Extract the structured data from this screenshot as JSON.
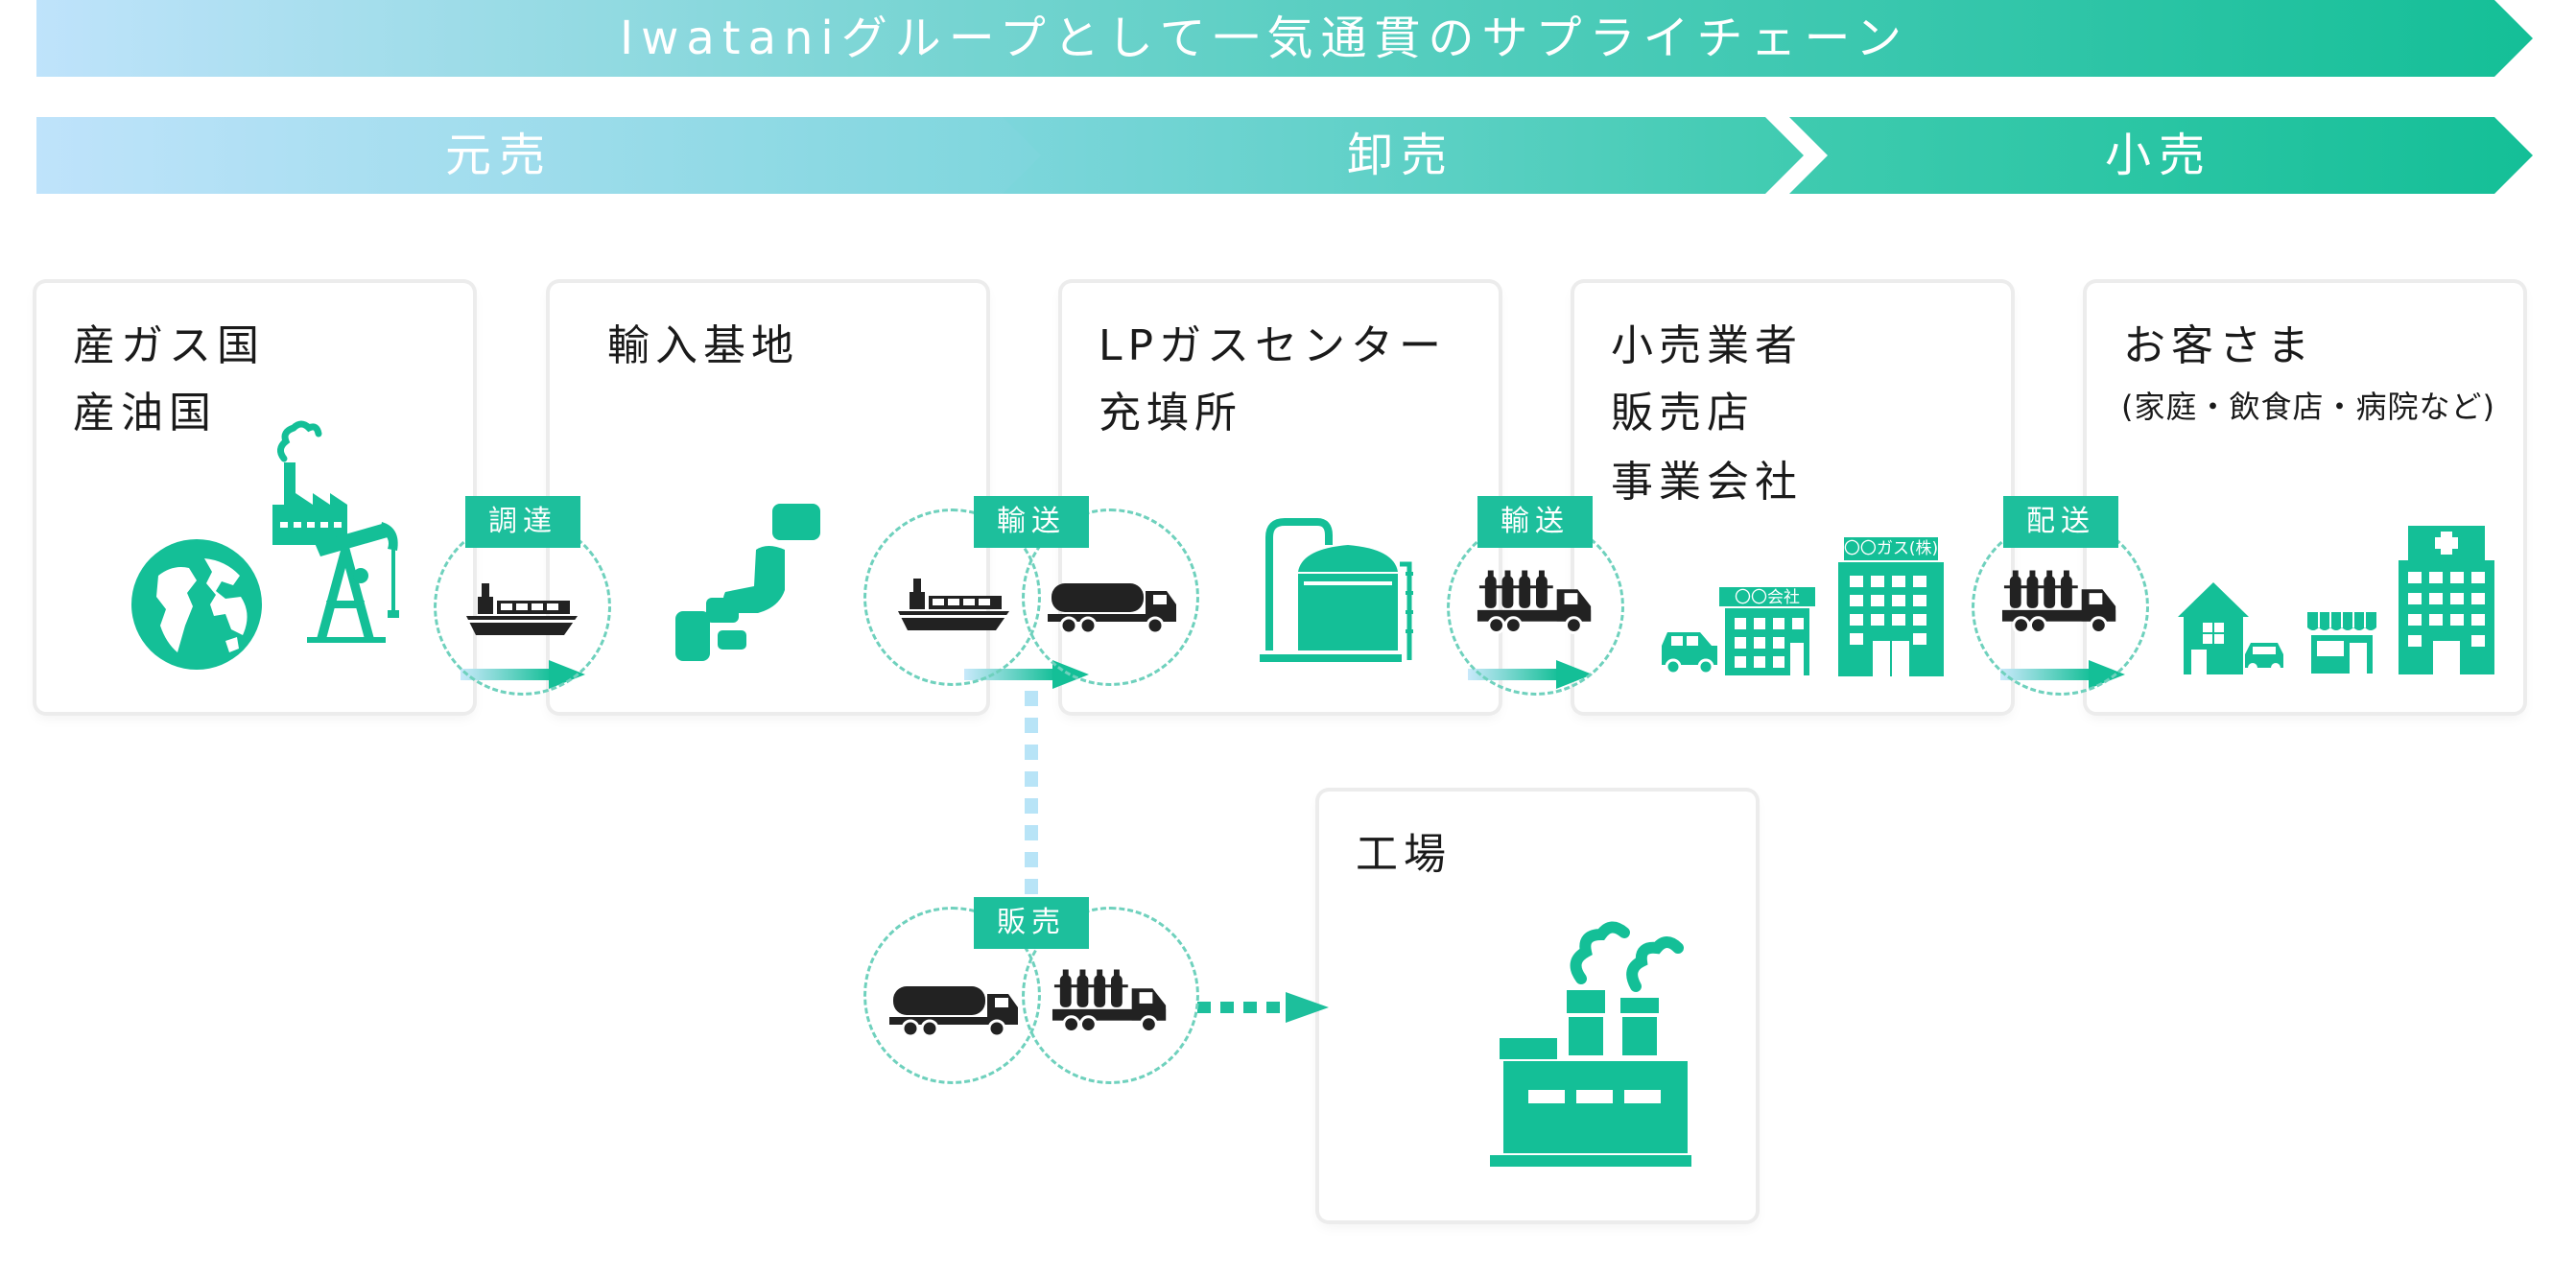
{
  "banner": {
    "title": "Iwataniグループとして一気通貫のサプライチェーン",
    "stages": [
      "元売",
      "卸売",
      "小売"
    ],
    "colors": {
      "start": "#bfe3fb",
      "end": "#14bf97"
    }
  },
  "cards": {
    "gas_country": {
      "line1": "産ガス国",
      "line2": "産油国"
    },
    "import_base": {
      "line1": "輸入基地"
    },
    "lp_center": {
      "line1": "LPガスセンター",
      "line2": "充填所"
    },
    "retailer": {
      "line1": "小売業者",
      "line2": "販売店",
      "line3": "事業会社"
    },
    "customer": {
      "line1": "お客さま",
      "sub": "(家庭・飲食店・病院など)"
    },
    "factory": {
      "line1": "工場"
    }
  },
  "tags": {
    "procure": "調達",
    "transport1": "輸送",
    "transport2": "輸送",
    "deliver": "配送",
    "sale": "販売"
  },
  "building_signs": {
    "office_small": "〇〇会社",
    "office_big": "〇〇ガス(株)"
  },
  "icons": [
    "globe-icon",
    "factory-icon",
    "oil-pump-icon",
    "ship-icon",
    "japan-map-icon",
    "tanker-truck-icon",
    "gas-tank-icon",
    "cylinder-truck-icon",
    "car-icon",
    "office-building-icon",
    "house-icon",
    "shop-icon",
    "hospital-icon"
  ],
  "colors": {
    "accent": "#1dbf9c",
    "icon": "#14bf97",
    "dark": "#222222",
    "arrow_light": "#b8e4f7",
    "dotted": "#b8e4f7"
  }
}
